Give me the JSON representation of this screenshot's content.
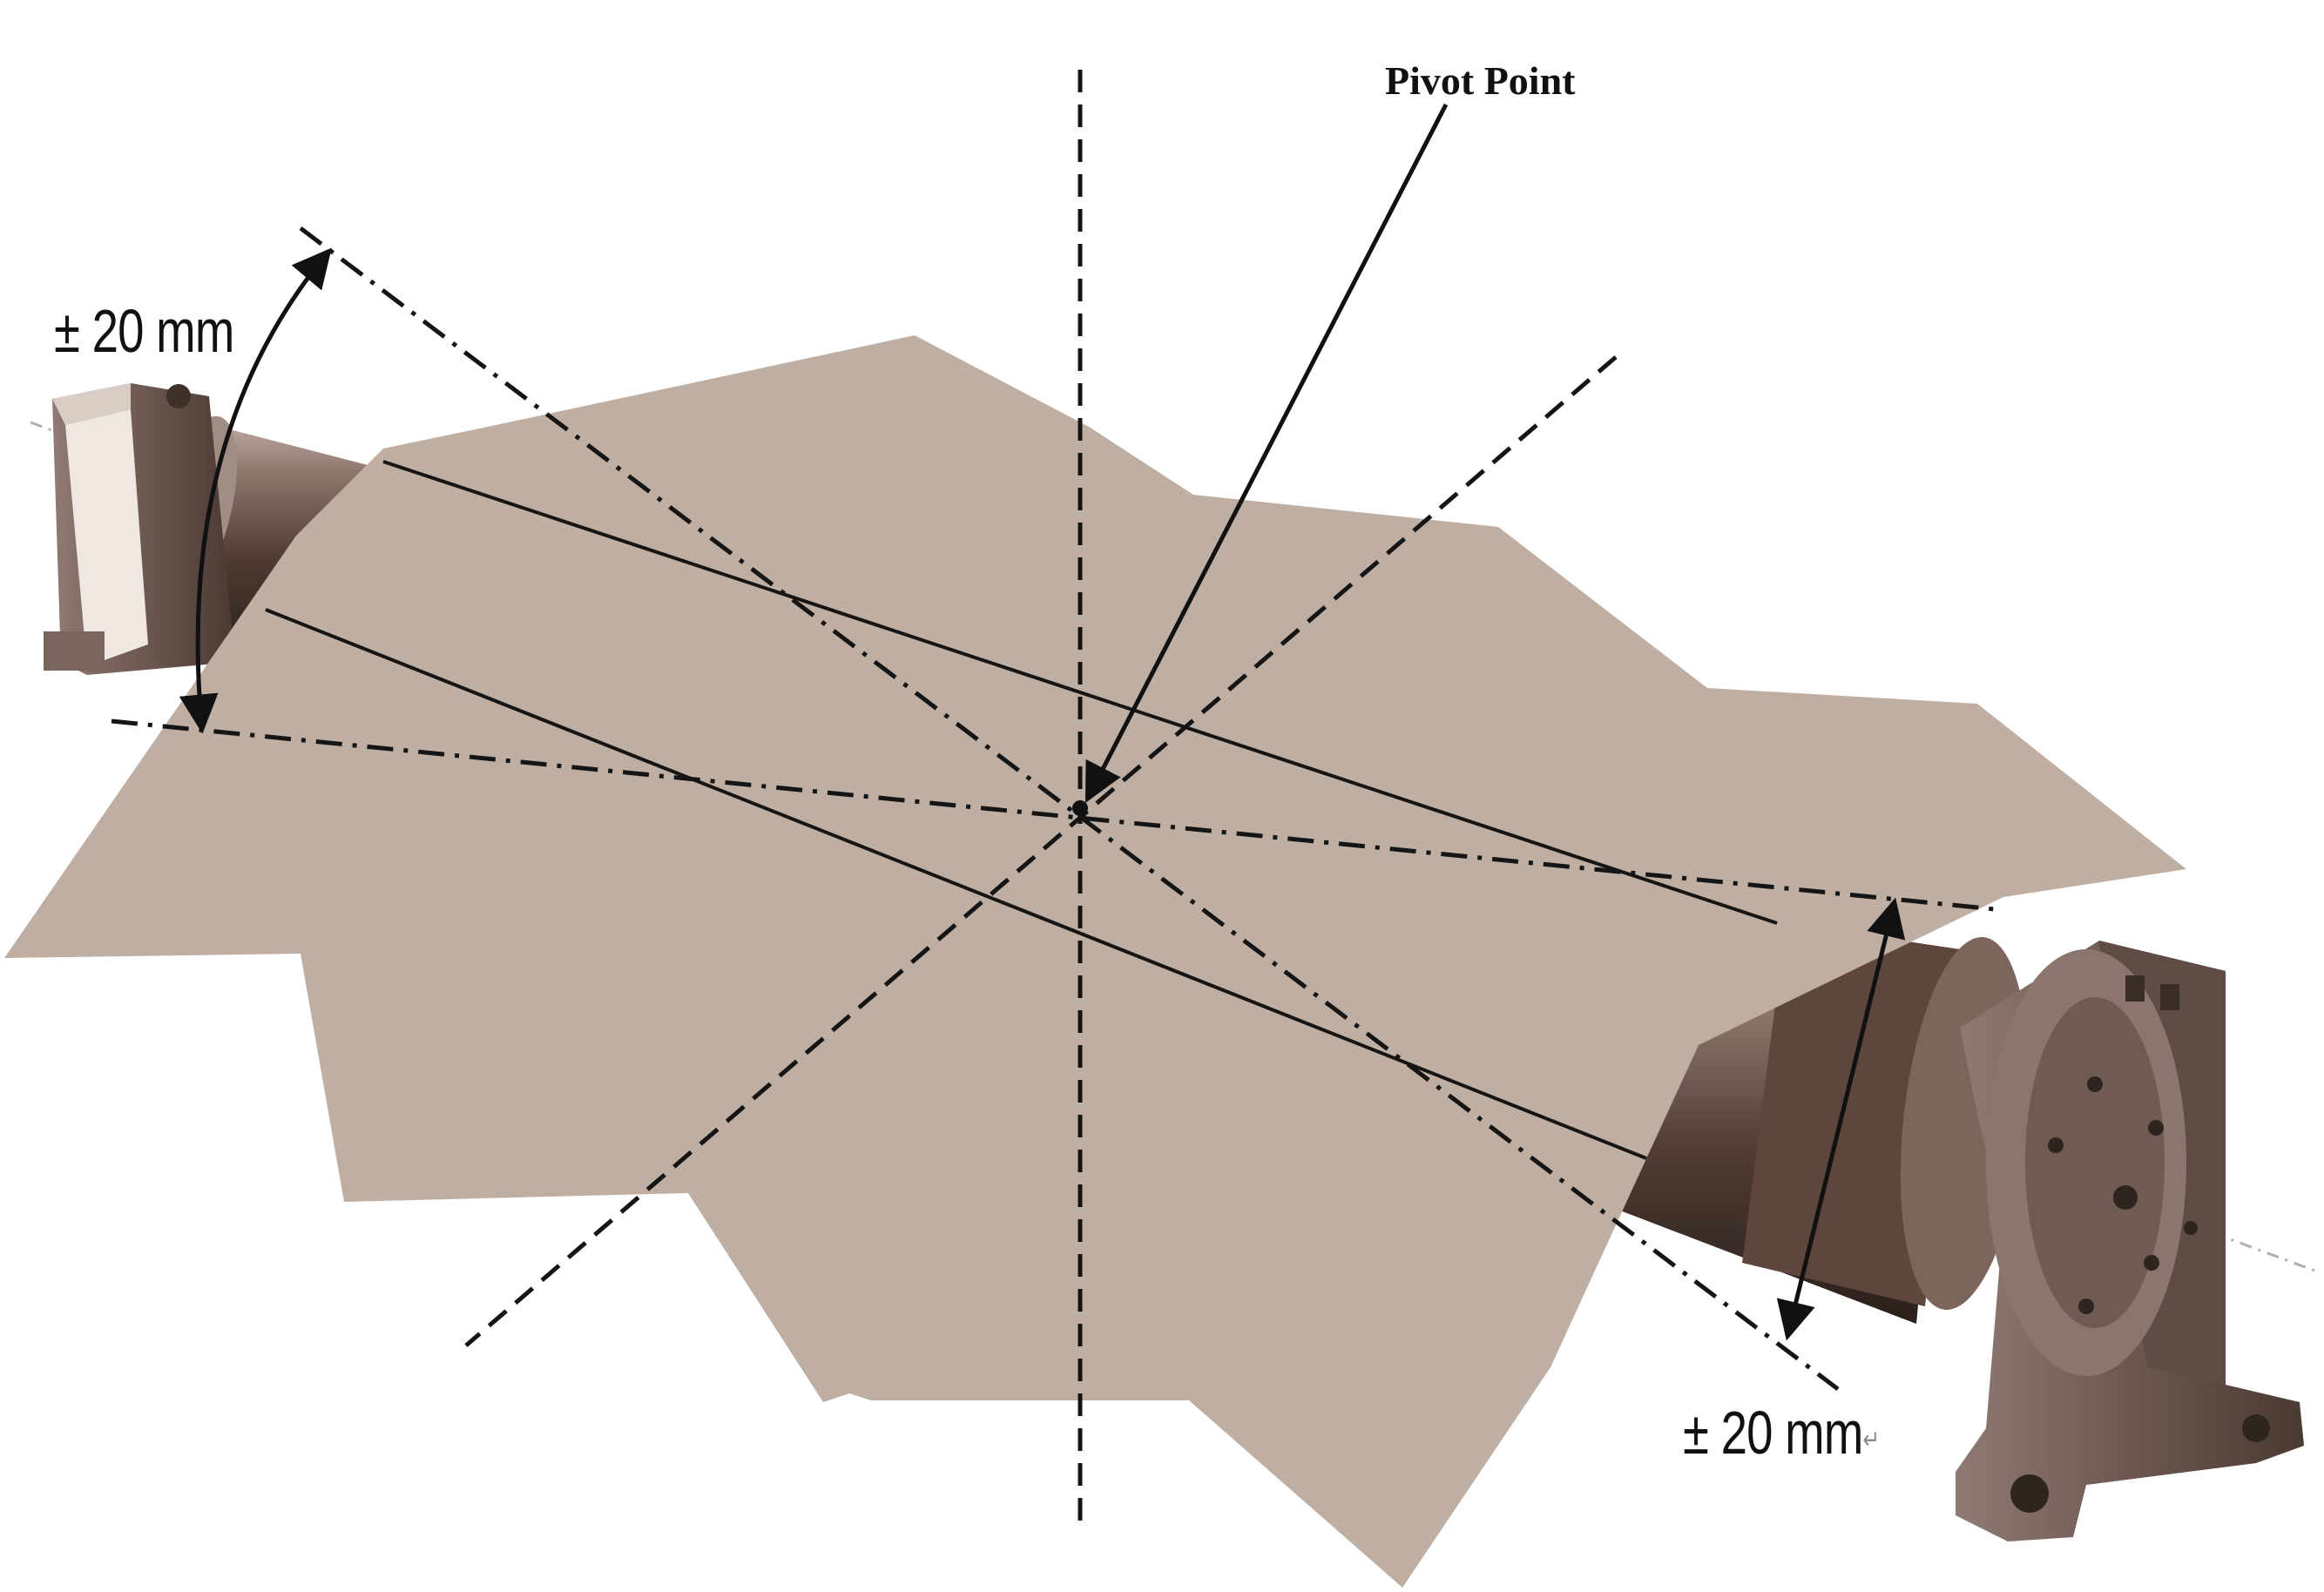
{
  "labels": {
    "pivot_point": "Pivot Point",
    "tolerance_left": "± 20 mm",
    "tolerance_right": "± 20 mm",
    "return_mark": "↵"
  },
  "colors": {
    "sheet": "#bfafa3",
    "line": "#151515",
    "roller": "#5a433b",
    "bracket": "#6e5a51"
  }
}
